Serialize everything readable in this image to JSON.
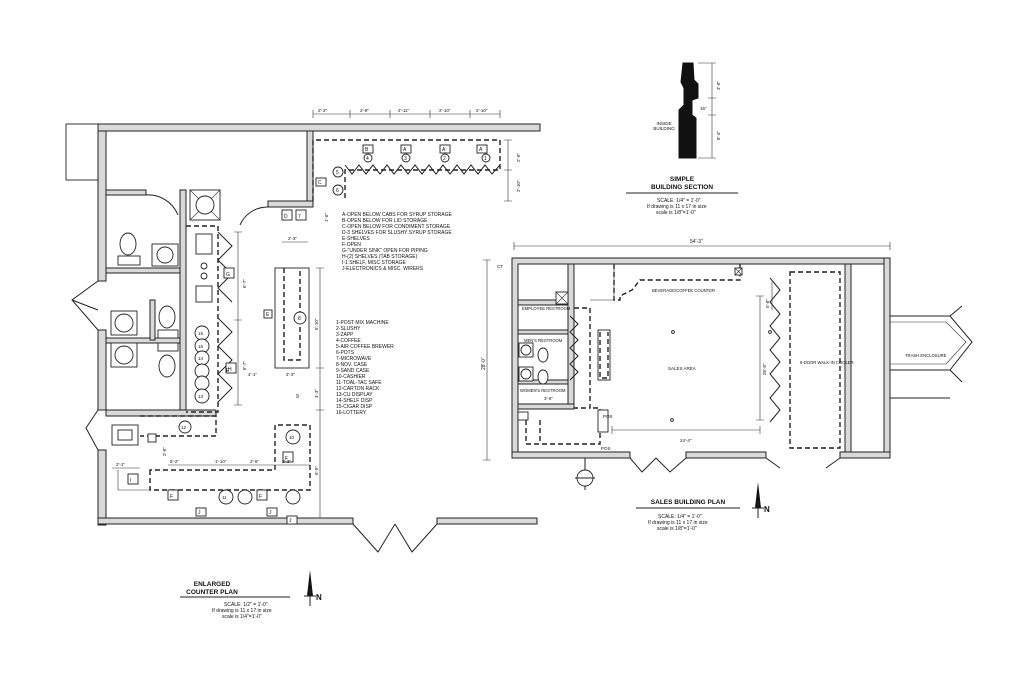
{
  "counter_plan": {
    "title_line1": "ENLARGED",
    "title_line2": "COUNTER PLAN",
    "scale": "SCALE: 1/2\" = 1'-0\"",
    "note1": "If drawing is 11 x 17 in size",
    "note2": "scale is 1/4\"=1'-0\"",
    "legend_letters": [
      "A-OPEN BELOW CABS FOR SYRUP STORAGE",
      "B-OPEN BELOW FOR LID STORAGE",
      "C-OPEN BELOW FOR CONDIMENT STORAGE",
      "D-3 SHELVES FOR SLUSHY SYRUP STORAGE",
      "E-SHELVES",
      "F-OPEN",
      "G-\"UNDER SINK\" OPEN FOR PIPING",
      "H-(2) SHELVES (TAB STORAGE)",
      "I-1 SHELF, MISC STORAGE",
      "J-ELECTRONICS & MISC. WIRERS"
    ],
    "legend_numbers": [
      "1-POST MIX MACHINE",
      "2-SLUSHY",
      "3-ZAPP",
      "4-COFFEE",
      "5-AIR COFFEE BREWER",
      "6-POTS",
      "7-MICROWAVE",
      "8-NOV. CASE",
      "9-SAND CASE",
      "10-CASHIER",
      "11-TOAL-TAC SAFE",
      "12-CARTON RACK",
      "13-CU DISPLAY",
      "14-SHELF DISP",
      "15-CIGAR DISP",
      "16-LOTTERY"
    ],
    "top_dims": [
      "2'-3\"",
      "2'-9\"",
      "2'-11\"",
      "2'-10\"",
      "2'-10\""
    ],
    "side_dims": [
      "2'-0\"",
      "2'-10\"",
      "6'-7\"",
      "6'-7\"",
      "6'-10\"",
      "4'-3\"",
      "6'-5\""
    ],
    "inner_dims": [
      "2'-3\"",
      "2'-3\"",
      "4'-1\"",
      "2'-1\"",
      "5'-2\"",
      "1'-10\"",
      "2'-6\"",
      "2'-3\"",
      "2'-6\"",
      "1'-6\""
    ],
    "cabinet_letters": [
      "B",
      "A",
      "A",
      "A",
      "C",
      "D",
      "E",
      "E",
      "G",
      "H",
      "F",
      "F",
      "F",
      "J",
      "J",
      "J",
      "I"
    ],
    "item_numbers": [
      "1",
      "2",
      "3",
      "4",
      "5",
      "6",
      "7",
      "8",
      "9",
      "10",
      "11",
      "12",
      "13",
      "14",
      "15",
      "16"
    ],
    "north": "N"
  },
  "section": {
    "title_line1": "SIMPLE",
    "title_line2": "BUILDING SECTION",
    "label_inside_line1": "INSIDE",
    "label_inside_line2": "BUILDING",
    "dims": [
      "3'-0\"",
      "16\"",
      "8'-4\""
    ],
    "scale": "SCALE: 1/4\" = 1'-0\"",
    "note1": "If drawing is 11 x 17 in size",
    "note2": "scale is 1/8\"=1'-0\""
  },
  "sales_plan": {
    "title": "SALES BUILDING PLAN",
    "scale": "SCALE: 1/4\" = 1'-0\"",
    "note1": "If drawing is 11 x 17 in size",
    "note2": "scale is 1/8\"=1'-0\"",
    "overall_dim": "54'-3\"",
    "height_dim": "28'-0\"",
    "room_labels": {
      "employee": "EMPLOYEE RESTROOM",
      "mens": "MEN'S RESTROOM",
      "womens": "WOMEN'S RESTROOM",
      "beverage": "BEVERAGE/COFFEE COUNTER",
      "sales": "SALES AREA",
      "cooler": "8-DOOR WALK-IN COOLER",
      "trash": "TRASH ENCLOSURE",
      "pos1": "POS",
      "pos2": "POS",
      "ct": "CT"
    },
    "inner_dims": [
      "26'-8\"",
      "24'-4\"",
      "5'-8\"",
      "3'-6\""
    ],
    "north": "N"
  }
}
